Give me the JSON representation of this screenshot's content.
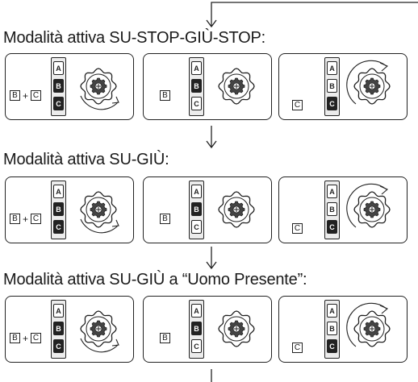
{
  "sections": [
    {
      "title": "Modalità attiva SU-STOP-GIÙ-STOP:",
      "panels": [
        {
          "keys": [
            "B",
            "C"
          ],
          "plus": "+",
          "strip": [
            {
              "label": "A",
              "on": false
            },
            {
              "label": "B",
              "on": true
            },
            {
              "label": "C",
              "on": true
            }
          ],
          "arrow": "cw"
        },
        {
          "keys": [
            "B"
          ],
          "plus": "",
          "strip": [
            {
              "label": "A",
              "on": false
            },
            {
              "label": "B",
              "on": true
            },
            {
              "label": "C",
              "on": false
            }
          ],
          "arrow": "none"
        },
        {
          "keys": [
            "C"
          ],
          "plus": "",
          "strip": [
            {
              "label": "A",
              "on": false
            },
            {
              "label": "B",
              "on": false
            },
            {
              "label": "C",
              "on": true
            }
          ],
          "arrow": "ccw"
        }
      ]
    },
    {
      "title": "Modalità attiva SU-GIÙ:",
      "panels": [
        {
          "keys": [
            "B",
            "C"
          ],
          "plus": "+",
          "strip": [
            {
              "label": "A",
              "on": false
            },
            {
              "label": "B",
              "on": true
            },
            {
              "label": "C",
              "on": true
            }
          ],
          "arrow": "cw"
        },
        {
          "keys": [
            "B"
          ],
          "plus": "",
          "strip": [
            {
              "label": "A",
              "on": false
            },
            {
              "label": "B",
              "on": true
            },
            {
              "label": "C",
              "on": false
            }
          ],
          "arrow": "none"
        },
        {
          "keys": [
            "C"
          ],
          "plus": "",
          "strip": [
            {
              "label": "A",
              "on": false
            },
            {
              "label": "B",
              "on": false
            },
            {
              "label": "C",
              "on": true
            }
          ],
          "arrow": "ccw"
        }
      ]
    },
    {
      "title": "Modalità attiva SU-GIÙ a “Uomo Presente”:",
      "panels": [
        {
          "keys": [
            "B",
            "C"
          ],
          "plus": "+",
          "strip": [
            {
              "label": "A",
              "on": false
            },
            {
              "label": "B",
              "on": true
            },
            {
              "label": "C",
              "on": true
            }
          ],
          "arrow": "cw"
        },
        {
          "keys": [
            "B"
          ],
          "plus": "",
          "strip": [
            {
              "label": "A",
              "on": false
            },
            {
              "label": "B",
              "on": true
            },
            {
              "label": "C",
              "on": false
            }
          ],
          "arrow": "none"
        },
        {
          "keys": [
            "C"
          ],
          "plus": "",
          "strip": [
            {
              "label": "A",
              "on": false
            },
            {
              "label": "B",
              "on": false
            },
            {
              "label": "C",
              "on": true
            }
          ],
          "arrow": "ccw"
        }
      ]
    }
  ],
  "colors": {
    "line": "#222222",
    "strip_bg": "#ececec",
    "key_on": "#222222"
  }
}
